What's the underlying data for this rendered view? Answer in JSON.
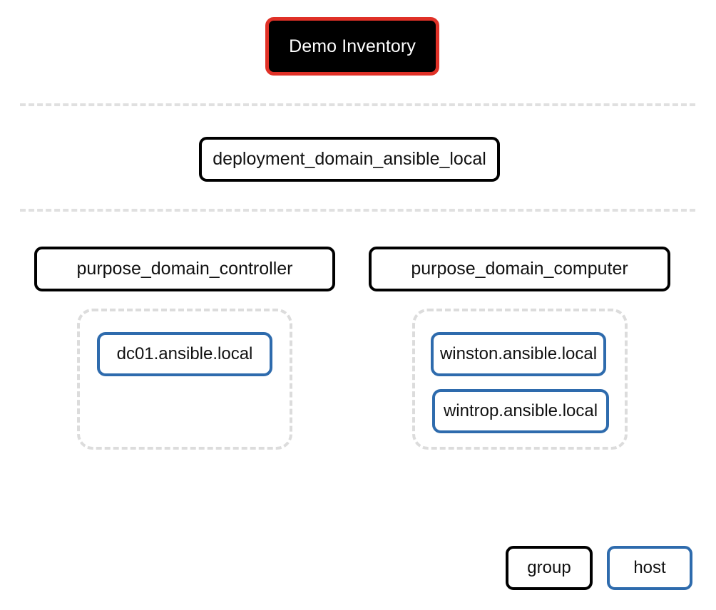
{
  "diagram": {
    "title_node": {
      "label": "Demo Inventory",
      "kind": "root-group",
      "fill_color": "#000000",
      "border_color": "#e03127",
      "text_color": "#ffffff"
    },
    "levels": [
      {
        "name": "deployment-level",
        "groups": [
          {
            "label": "deployment_domain_ansible_local",
            "kind": "group"
          }
        ]
      },
      {
        "name": "purpose-level",
        "groups": [
          {
            "label": "purpose_domain_controller",
            "kind": "group",
            "hosts": [
              {
                "label": "dc01.ansible.local",
                "kind": "host"
              }
            ]
          },
          {
            "label": "purpose_domain_computer",
            "kind": "group",
            "hosts": [
              {
                "label": "winston.ansible.local",
                "kind": "host"
              },
              {
                "label": "wintrop.ansible.local",
                "kind": "host"
              }
            ]
          }
        ]
      }
    ],
    "legend": {
      "items": [
        {
          "label": "group",
          "border_color": "#000000"
        },
        {
          "label": "host",
          "border_color": "#2e6bad"
        }
      ]
    },
    "colors": {
      "group_border": "#000000",
      "host_border": "#2e6bad",
      "root_border": "#e03127",
      "root_fill": "#000000",
      "separator": "#e0e0e0",
      "container_dash": "#dcdcdc",
      "background": "#ffffff"
    }
  }
}
